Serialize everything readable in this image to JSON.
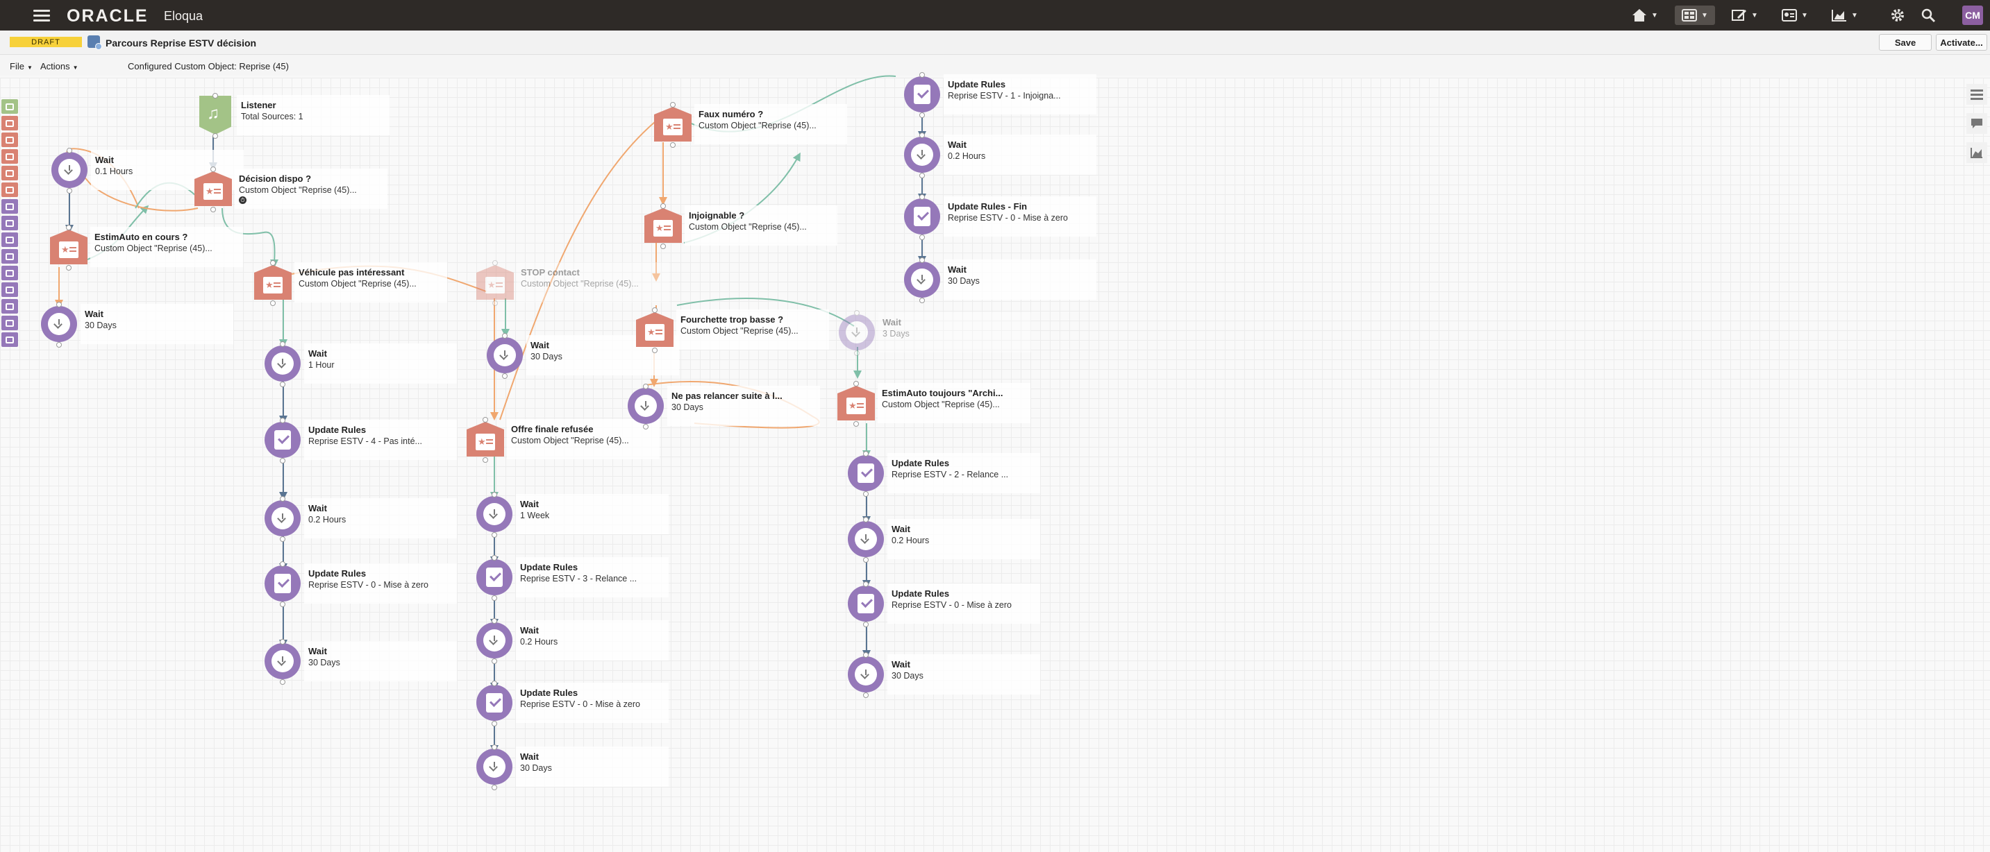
{
  "app": {
    "brand": "ORACLE",
    "product": "Eloqua",
    "user_initials": "CM"
  },
  "campaign": {
    "status": "DRAFT",
    "title": "Parcours Reprise ESTV décision",
    "save_label": "Save",
    "activate_label": "Activate..."
  },
  "menus": {
    "file": "File",
    "actions": "Actions",
    "configured": "Configured Custom Object: Reprise (45)"
  },
  "topbar_icons": [
    "home-icon",
    "grid-icon",
    "pencil-icon",
    "contact-card-icon",
    "chart-icon",
    "gear-icon",
    "search-icon"
  ],
  "right_tools": [
    "list-icon",
    "comment-icon",
    "graph-icon"
  ],
  "palette_colors": [
    "#a3c387",
    "#d98272",
    "#d98272",
    "#d98272",
    "#d98272",
    "#d98272",
    "#9578b9",
    "#9578b9",
    "#9578b9",
    "#9578b9",
    "#9578b9",
    "#9578b9",
    "#9578b9",
    "#9578b9",
    "#9578b9"
  ],
  "steps": {
    "listener": {
      "title": "Listener",
      "sub": "Total Sources: 1"
    },
    "wait_a": {
      "title": "Wait",
      "sub": "0.1 Hours"
    },
    "decision_dispo": {
      "title": "Décision dispo ?",
      "sub": "Custom Object \"Reprise (45)..."
    },
    "estimauto": {
      "title": "EstimAuto en cours ?",
      "sub": "Custom Object \"Reprise (45)..."
    },
    "wait_b": {
      "title": "Wait",
      "sub": "30 Days"
    },
    "vehicule": {
      "title": "Véhicule pas intéressant",
      "sub": "Custom Object \"Reprise (45)..."
    },
    "wait_c": {
      "title": "Wait",
      "sub": "1 Hour"
    },
    "update_c": {
      "title": "Update Rules",
      "sub": "Reprise ESTV - 4 - Pas inté..."
    },
    "wait_c2": {
      "title": "Wait",
      "sub": "0.2 Hours"
    },
    "update_c2": {
      "title": "Update Rules",
      "sub": "Reprise ESTV - 0 - Mise à zero"
    },
    "wait_c3": {
      "title": "Wait",
      "sub": "30 Days"
    },
    "stop": {
      "title": "STOP contact",
      "sub": "Custom Object \"Reprise (45)..."
    },
    "wait_d": {
      "title": "Wait",
      "sub": "30 Days"
    },
    "offre": {
      "title": "Offre finale refusée",
      "sub": "Custom Object \"Reprise (45)..."
    },
    "wait_d2": {
      "title": "Wait",
      "sub": "1 Week"
    },
    "update_d": {
      "title": "Update Rules",
      "sub": "Reprise ESTV - 3 - Relance ..."
    },
    "wait_d3": {
      "title": "Wait",
      "sub": "0.2 Hours"
    },
    "update_d2": {
      "title": "Update Rules",
      "sub": "Reprise ESTV - 0 - Mise à zero"
    },
    "wait_d4": {
      "title": "Wait",
      "sub": "30 Days"
    },
    "faux": {
      "title": "Faux numéro ?",
      "sub": "Custom Object \"Reprise (45)..."
    },
    "injoignable": {
      "title": "Injoignable ?",
      "sub": "Custom Object \"Reprise (45)..."
    },
    "fourchette": {
      "title": "Fourchette trop basse ?",
      "sub": "Custom Object \"Reprise (45)..."
    },
    "ne_pas": {
      "title": "Ne pas relancer suite à l...",
      "sub": "30 Days"
    },
    "wait_f": {
      "title": "Wait",
      "sub": "3 Days"
    },
    "estim_toujours": {
      "title": "EstimAuto toujours \"Archi...",
      "sub": "Custom Object \"Reprise (45)..."
    },
    "update_g": {
      "title": "Update Rules",
      "sub": "Reprise ESTV - 2 - Relance ..."
    },
    "wait_g": {
      "title": "Wait",
      "sub": "0.2 Hours"
    },
    "update_g2": {
      "title": "Update Rules",
      "sub": "Reprise ESTV - 0 - Mise à zero"
    },
    "wait_g2": {
      "title": "Wait",
      "sub": "30 Days"
    },
    "update_h": {
      "title": "Update Rules",
      "sub": "Reprise ESTV - 1 - Injoigna..."
    },
    "wait_h": {
      "title": "Wait",
      "sub": "0.2 Hours"
    },
    "update_h2": {
      "title": "Update Rules - Fin",
      "sub": "Reprise ESTV - 0 - Mise à zero"
    },
    "wait_h2": {
      "title": "Wait",
      "sub": "30 Days"
    }
  }
}
